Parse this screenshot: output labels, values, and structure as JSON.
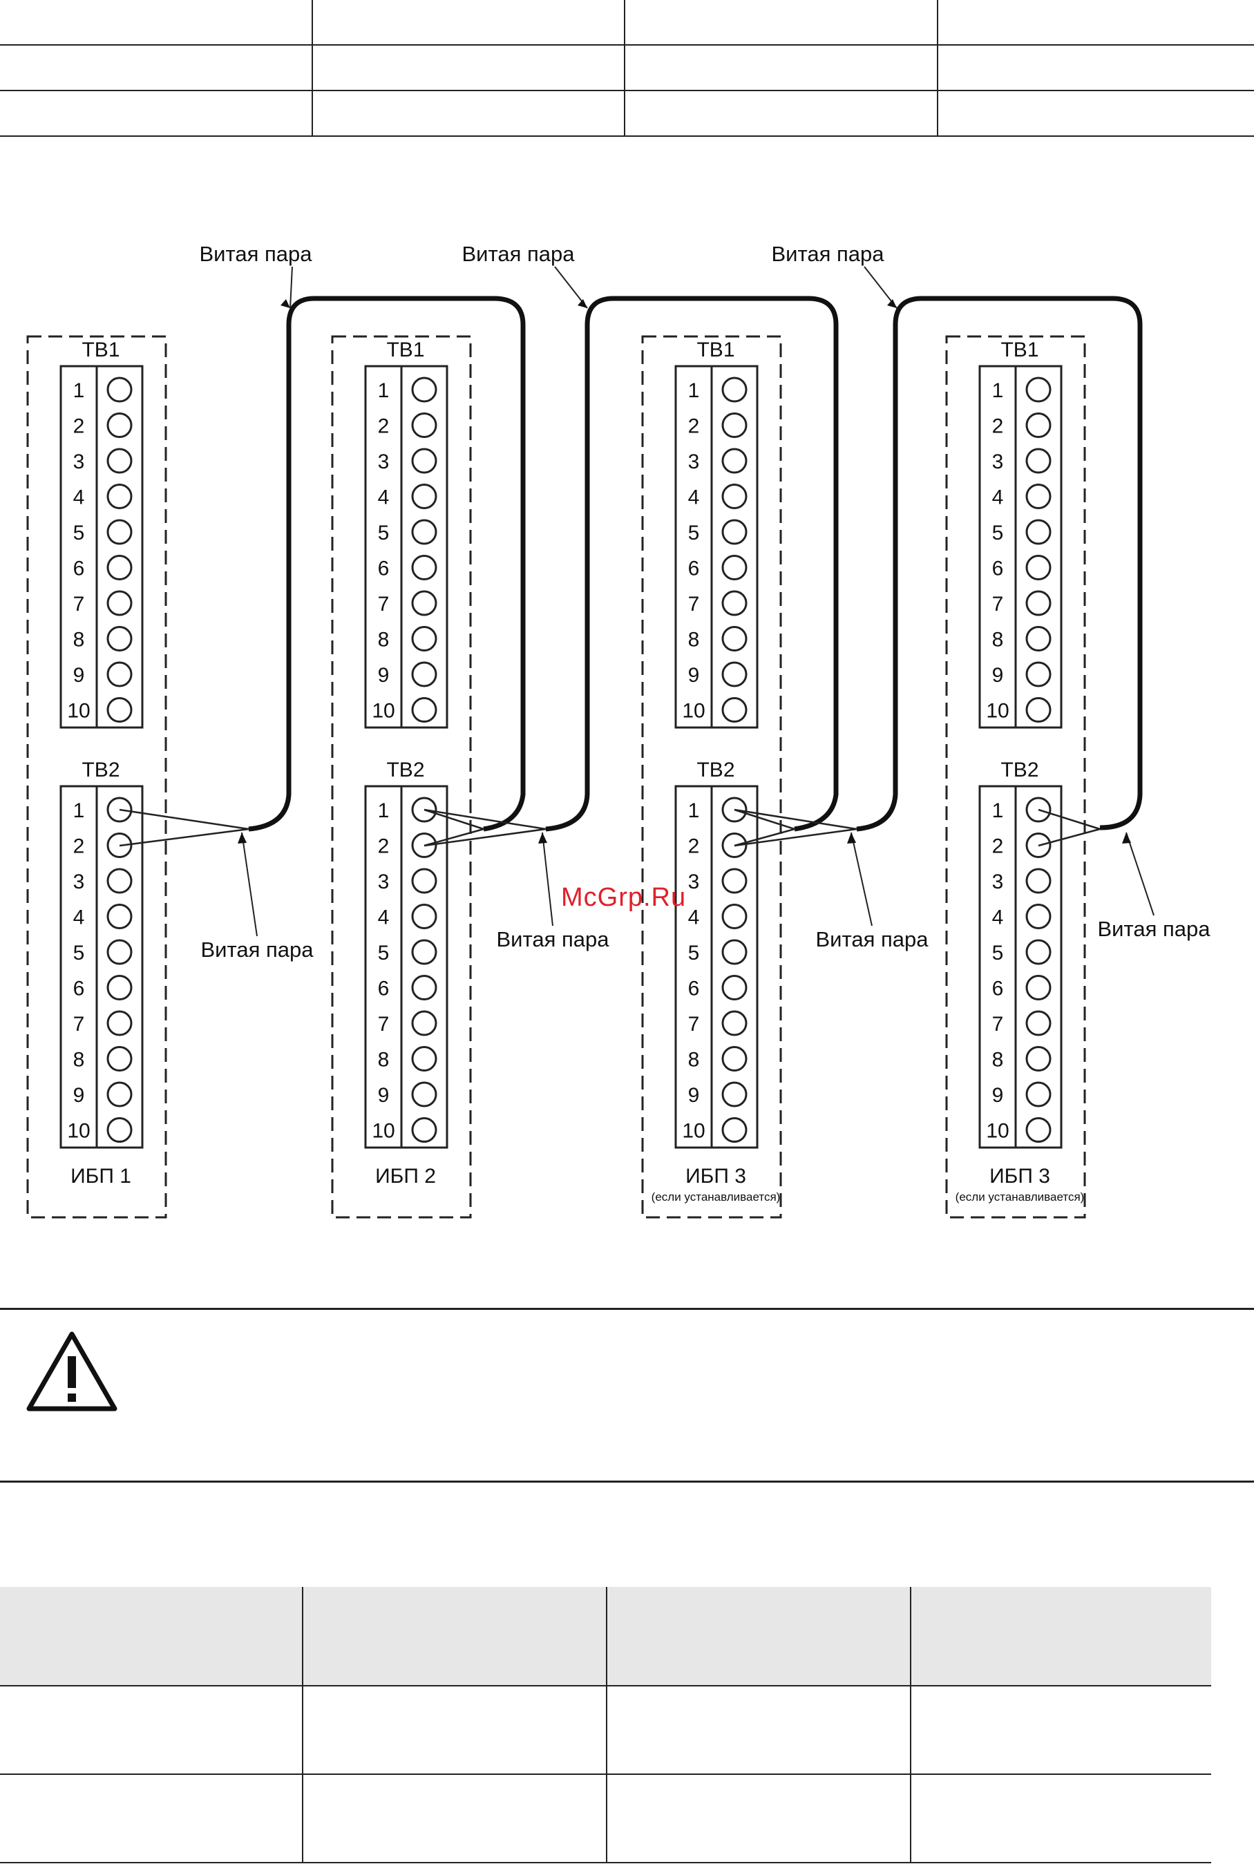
{
  "top_table": {
    "rows": 3,
    "cols": 4
  },
  "bottom_table": {
    "rows": 3,
    "cols": 4
  },
  "diagram": {
    "cable_label": "Витая пара",
    "tb1_label": "TB1",
    "tb2_label": "TB2",
    "terminals": [
      "1",
      "2",
      "3",
      "4",
      "5",
      "6",
      "7",
      "8",
      "9",
      "10"
    ],
    "units": [
      {
        "name": "ИБП 1",
        "note": ""
      },
      {
        "name": "ИБП 2",
        "note": ""
      },
      {
        "name": "ИБП 3",
        "note": "(если устанавливается)"
      },
      {
        "name": "ИБП 3",
        "note": "(если устанавливается)"
      }
    ]
  },
  "watermark": "McGrp.Ru",
  "icons": {
    "warning": "warning-triangle-icon"
  }
}
